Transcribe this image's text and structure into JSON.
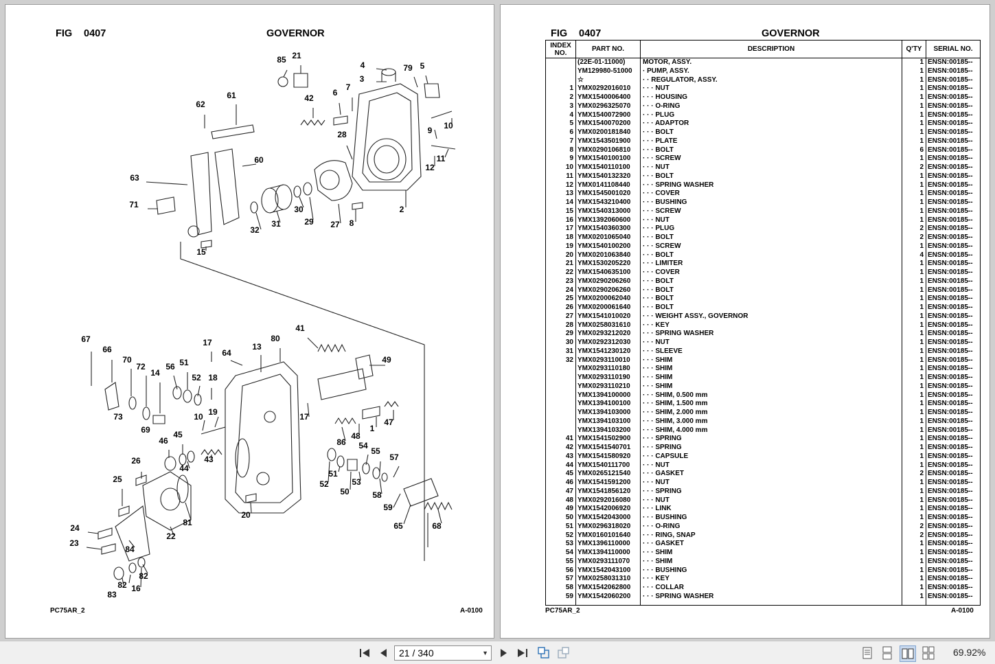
{
  "left_page": {
    "fig_label": "FIG",
    "fig_number": "0407",
    "title": "GOVERNOR",
    "footer_left": "PC75AR_2",
    "footer_right": "A-0100",
    "callouts": [
      "85",
      "21",
      "4",
      "79",
      "5",
      "3",
      "62",
      "61",
      "42",
      "6",
      "7",
      "10",
      "9",
      "28",
      "11",
      "12",
      "60",
      "63",
      "71",
      "30",
      "32",
      "31",
      "29",
      "27",
      "8",
      "2",
      "15",
      "41",
      "67",
      "66",
      "17",
      "64",
      "13",
      "80",
      "49",
      "70",
      "72",
      "56",
      "51",
      "52",
      "18",
      "14",
      "73",
      "69",
      "10",
      "19",
      "17",
      "47",
      "46",
      "45",
      "86",
      "48",
      "1",
      "44",
      "43",
      "54",
      "55",
      "26",
      "57",
      "25",
      "51",
      "53",
      "52",
      "50",
      "58",
      "81",
      "59",
      "24",
      "22",
      "20",
      "65",
      "68",
      "23",
      "84",
      "82",
      "82",
      "83",
      "16"
    ]
  },
  "right_page": {
    "fig_label": "FIG",
    "fig_number": "0407",
    "title": "GOVERNOR",
    "footer_left": "PC75AR_2",
    "footer_right": "A-0100",
    "columns": [
      "INDEX NO.",
      "PART NO.",
      "DESCRIPTION",
      "Q'TY",
      "SERIAL NO."
    ],
    "rows": [
      [
        "",
        "(22E-01-11000)",
        "MOTOR, ASSY.",
        "1",
        "ENSN:00185--"
      ],
      [
        "",
        "YM129980-51000",
        "·  PUMP, ASSY.",
        "1",
        "ENSN:00185--"
      ],
      [
        "",
        "☆",
        "·  ·  REGULATOR, ASSY.",
        "1",
        "ENSN:00185--"
      ],
      [
        "1",
        "YMX0292016010",
        "·  ·  ·  NUT",
        "1",
        "ENSN:00185--"
      ],
      [
        "2",
        "YMX1540006400",
        "·  ·  ·  HOUSING",
        "1",
        "ENSN:00185--"
      ],
      [
        "3",
        "YMX0296325070",
        "·  ·  ·  O-RING",
        "1",
        "ENSN:00185--"
      ],
      [
        "4",
        "YMX1540072900",
        "·  ·  ·  PLUG",
        "1",
        "ENSN:00185--"
      ],
      [
        "5",
        "YMX1540070200",
        "·  ·  ·  ADAPTOR",
        "1",
        "ENSN:00185--"
      ],
      [
        "6",
        "YMX0200181840",
        "·  ·  ·  BOLT",
        "1",
        "ENSN:00185--"
      ],
      [
        "7",
        "YMX1543501900",
        "·  ·  ·  PLATE",
        "1",
        "ENSN:00185--"
      ],
      [
        "8",
        "YMX0290106810",
        "·  ·  ·  BOLT",
        "6",
        "ENSN:00185--"
      ],
      [
        "9",
        "YMX1540100100",
        "·  ·  ·  SCREW",
        "1",
        "ENSN:00185--"
      ],
      [
        "10",
        "YMX1540110100",
        "·  ·  ·  NUT",
        "2",
        "ENSN:00185--"
      ],
      [
        "11",
        "YMX1540132320",
        "·  ·  ·  BOLT",
        "1",
        "ENSN:00185--"
      ],
      [
        "12",
        "YMX0141108440",
        "·  ·  ·  SPRING WASHER",
        "1",
        "ENSN:00185--"
      ],
      [
        "13",
        "YMX1545001020",
        "·  ·  ·  COVER",
        "1",
        "ENSN:00185--"
      ],
      [
        "14",
        "YMX1543210400",
        "·  ·  ·  BUSHING",
        "1",
        "ENSN:00185--"
      ],
      [
        "15",
        "YMX1540313000",
        "·  ·  ·  SCREW",
        "1",
        "ENSN:00185--"
      ],
      [
        "16",
        "YMX1392060600",
        "·  ·  ·  NUT",
        "1",
        "ENSN:00185--"
      ],
      [
        "17",
        "YMX1540360300",
        "·  ·  ·  PLUG",
        "2",
        "ENSN:00185--"
      ],
      [
        "18",
        "YMX0201065040",
        "·  ·  ·  BOLT",
        "2",
        "ENSN:00185--"
      ],
      [
        "19",
        "YMX1540100200",
        "·  ·  ·  SCREW",
        "1",
        "ENSN:00185--"
      ],
      [
        "20",
        "YMX0201063840",
        "·  ·  ·  BOLT",
        "4",
        "ENSN:00185--"
      ],
      [
        "21",
        "YMX1530205220",
        "·  ·  ·  LIMITER",
        "1",
        "ENSN:00185--"
      ],
      [
        "22",
        "YMX1540635100",
        "·  ·  ·  COVER",
        "1",
        "ENSN:00185--"
      ],
      [
        "23",
        "YMX0290206260",
        "·  ·  ·  BOLT",
        "1",
        "ENSN:00185--"
      ],
      [
        "24",
        "YMX0290206260",
        "·  ·  ·  BOLT",
        "1",
        "ENSN:00185--"
      ],
      [
        "25",
        "YMX0200062040",
        "·  ·  ·  BOLT",
        "1",
        "ENSN:00185--"
      ],
      [
        "26",
        "YMX0200061640",
        "·  ·  ·  BOLT",
        "1",
        "ENSN:00185--"
      ],
      [
        "27",
        "YMX1541010020",
        "·  ·  ·  WEIGHT ASSY., GOVERNOR",
        "1",
        "ENSN:00185--"
      ],
      [
        "28",
        "YMX0258031610",
        "·  ·  ·  KEY",
        "1",
        "ENSN:00185--"
      ],
      [
        "29",
        "YMX0293212020",
        "·  ·  ·  SPRING WASHER",
        "1",
        "ENSN:00185--"
      ],
      [
        "30",
        "YMX0292312030",
        "·  ·  ·  NUT",
        "1",
        "ENSN:00185--"
      ],
      [
        "31",
        "YMX1541230120",
        "·  ·  ·  SLEEVE",
        "1",
        "ENSN:00185--"
      ],
      [
        "32",
        "YMX0293110010",
        "·  ·  ·  SHIM",
        "1",
        "ENSN:00185--"
      ],
      [
        "",
        "YMX0293110180",
        "·  ·  ·  SHIM",
        "1",
        "ENSN:00185--"
      ],
      [
        "",
        "YMX0293110190",
        "·  ·  ·  SHIM",
        "1",
        "ENSN:00185--"
      ],
      [
        "",
        "YMX0293110210",
        "·  ·  ·  SHIM",
        "1",
        "ENSN:00185--"
      ],
      [
        "",
        "YMX1394100000",
        "·  ·  ·  SHIM, 0.500 mm",
        "1",
        "ENSN:00185--"
      ],
      [
        "",
        "YMX1394100100",
        "·  ·  ·  SHIM, 1.500 mm",
        "1",
        "ENSN:00185--"
      ],
      [
        "",
        "YMX1394103000",
        "·  ·  ·  SHIM, 2.000 mm",
        "1",
        "ENSN:00185--"
      ],
      [
        "",
        "YMX1394103100",
        "·  ·  ·  SHIM, 3.000 mm",
        "1",
        "ENSN:00185--"
      ],
      [
        "",
        "YMX1394103200",
        "·  ·  ·  SHIM, 4.000 mm",
        "1",
        "ENSN:00185--"
      ],
      [
        "41",
        "YMX1541502900",
        "·  ·  ·  SPRING",
        "1",
        "ENSN:00185--"
      ],
      [
        "42",
        "YMX1541540701",
        "·  ·  ·  SPRING",
        "1",
        "ENSN:00185--"
      ],
      [
        "43",
        "YMX1541580920",
        "·  ·  ·  CAPSULE",
        "1",
        "ENSN:00185--"
      ],
      [
        "44",
        "YMX1540111700",
        "·  ·  ·  NUT",
        "1",
        "ENSN:00185--"
      ],
      [
        "45",
        "YMX0265121540",
        "·  ·  ·  GASKET",
        "2",
        "ENSN:00185--"
      ],
      [
        "46",
        "YMX1541591200",
        "·  ·  ·  NUT",
        "1",
        "ENSN:00185--"
      ],
      [
        "47",
        "YMX1541856120",
        "·  ·  ·  SPRING",
        "1",
        "ENSN:00185--"
      ],
      [
        "48",
        "YMX0292016080",
        "·  ·  ·  NUT",
        "1",
        "ENSN:00185--"
      ],
      [
        "49",
        "YMX1542006920",
        "·  ·  ·  LINK",
        "1",
        "ENSN:00185--"
      ],
      [
        "50",
        "YMX1542043000",
        "·  ·  ·  BUSHING",
        "1",
        "ENSN:00185--"
      ],
      [
        "51",
        "YMX0296318020",
        "·  ·  ·  O-RING",
        "2",
        "ENSN:00185--"
      ],
      [
        "52",
        "YMX0160101640",
        "·  ·  ·  RING, SNAP",
        "2",
        "ENSN:00185--"
      ],
      [
        "53",
        "YMX1396110000",
        "·  ·  ·  GASKET",
        "1",
        "ENSN:00185--"
      ],
      [
        "54",
        "YMX1394110000",
        "·  ·  ·  SHIM",
        "1",
        "ENSN:00185--"
      ],
      [
        "55",
        "YMX0293111070",
        "·  ·  ·  SHIM",
        "1",
        "ENSN:00185--"
      ],
      [
        "56",
        "YMX1542043100",
        "·  ·  ·  BUSHING",
        "1",
        "ENSN:00185--"
      ],
      [
        "57",
        "YMX0258031310",
        "·  ·  ·  KEY",
        "1",
        "ENSN:00185--"
      ],
      [
        "58",
        "YMX1542062800",
        "·  ·  ·  COLLAR",
        "1",
        "ENSN:00185--"
      ],
      [
        "59",
        "YMX1542060200",
        "·  ·  ·  SPRING WASHER",
        "1",
        "ENSN:00185--"
      ]
    ]
  },
  "toolbar": {
    "page_indicator": "21 / 340",
    "zoom_level": "69.92%",
    "icons": [
      "first-page-icon",
      "previous-page-icon",
      "next-page-icon",
      "last-page-icon",
      "go-back-view-icon",
      "go-forward-view-icon",
      "single-page-view-icon",
      "continuous-view-icon",
      "two-page-view-icon",
      "continuous-two-page-view-icon"
    ]
  }
}
